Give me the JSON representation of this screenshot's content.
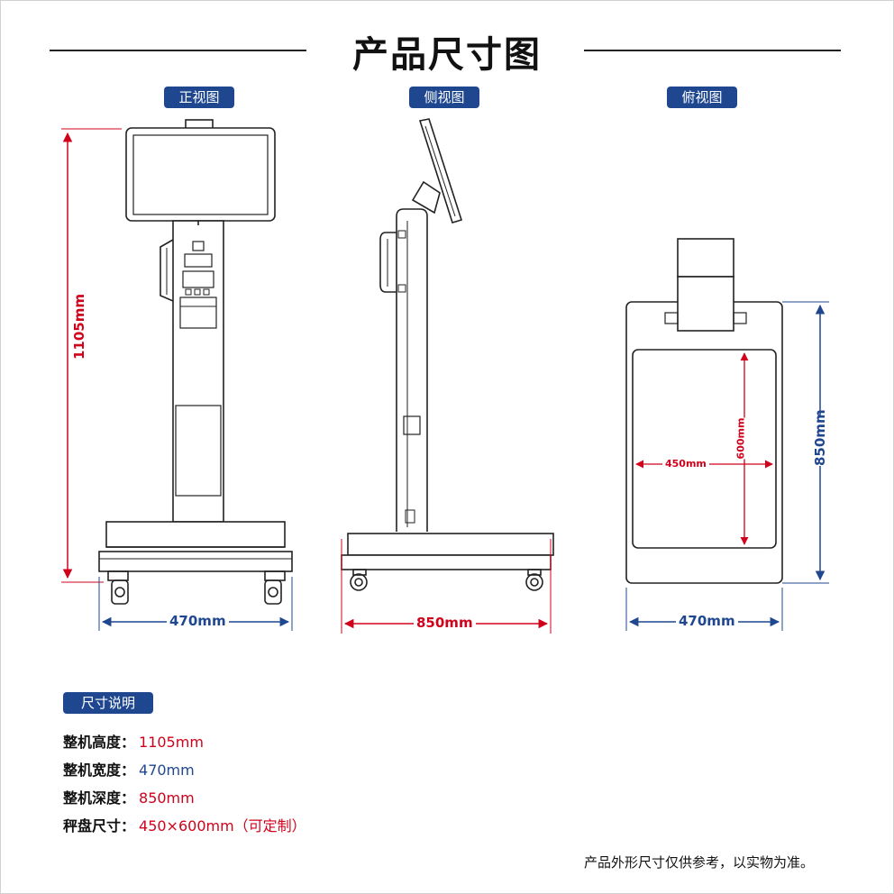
{
  "title": "产品尺寸图",
  "views": {
    "front": "正视图",
    "side": "侧视图",
    "top": "俯视图"
  },
  "dimensions": {
    "front_height": "1105mm",
    "front_width": "470mm",
    "side_depth": "850mm",
    "top_width": "470mm",
    "top_depth": "850mm",
    "platter_width": "450mm",
    "platter_depth": "600mm"
  },
  "specs": {
    "heading": "尺寸说明",
    "items": [
      {
        "label": "整机高度：",
        "value": "1105mm",
        "color": "#d0021b"
      },
      {
        "label": "整机宽度：",
        "value": "470mm",
        "color": "#1f4790"
      },
      {
        "label": "整机深度：",
        "value": "850mm",
        "color": "#d0021b"
      },
      {
        "label": "秤盘尺寸：",
        "value": "450×600mm（可定制）",
        "color": "#d0021b"
      }
    ]
  },
  "note": "产品外形尺寸仅供参考，以实物为准。",
  "colors": {
    "accent_blue": "#1f4790",
    "accent_red": "#d0021b"
  }
}
